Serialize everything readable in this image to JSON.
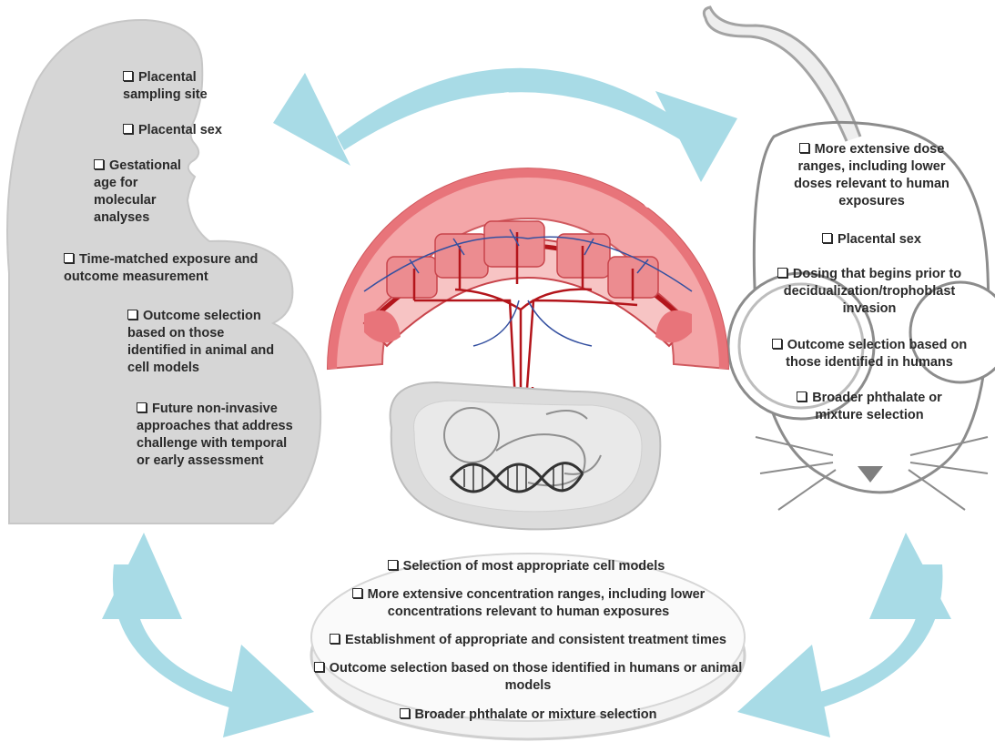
{
  "title": "Assessing placental outcomes in response to environmental exposures",
  "human": {
    "items": [
      "Placental sampling site",
      "Placental sex",
      "Gestational age for molecular analyses",
      "Time-matched exposure and outcome measurement",
      "Outcome selection based on those identified in animal and cell models",
      "Future non-invasive approaches that address challenge with temporal or early assessment"
    ]
  },
  "animal": {
    "items": [
      "More extensive dose ranges, including lower doses relevant to human exposures",
      "Placental sex",
      "Dosing that begins prior to decidualization/trophoblast invasion",
      "Outcome selection based on those identified in humans",
      "Broader phthalate or mixture selection"
    ]
  },
  "cell": {
    "items": [
      "Selection of most appropriate cell models",
      "More extensive concentration ranges, including lower concentrations relevant to human exposures",
      "Establishment of appropriate and consistent treatment times",
      "Outcome selection based on those identified in humans or animal models",
      "Broader phthalate or mixture selection"
    ]
  },
  "colors": {
    "arrow": "#a8dbe6",
    "silhouette": "#d6d6d6",
    "placenta": "#e8747a",
    "vessel": "#b3151b",
    "mouse_outline": "#8c8c8c"
  }
}
